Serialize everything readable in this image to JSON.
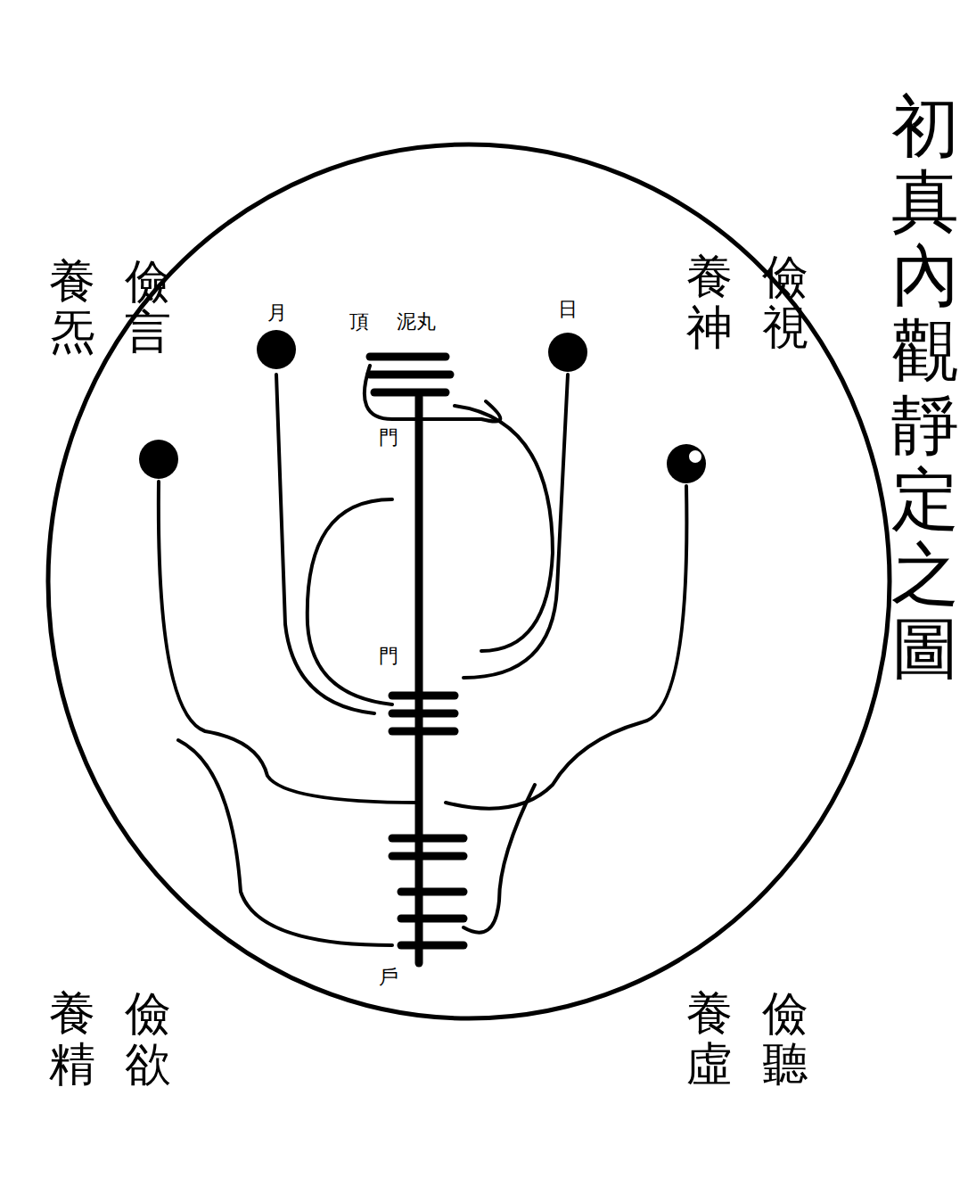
{
  "diagram": {
    "title": "初真內觀靜定之圖",
    "labels": [
      "儉視",
      "養神",
      "儉言",
      "養炁",
      "儉欲",
      "養精",
      "儉聽",
      "養虛",
      "頂",
      "泥丸",
      "日",
      "月",
      "門",
      "門",
      "戶"
    ]
  }
}
